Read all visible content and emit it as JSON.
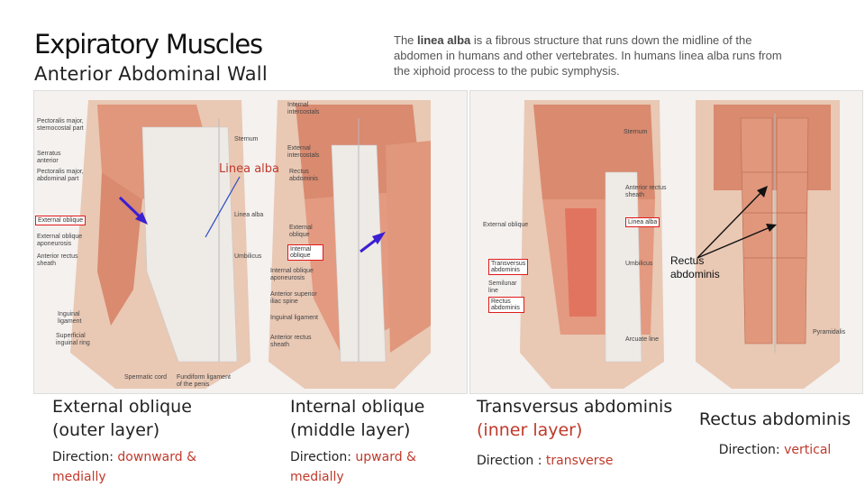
{
  "header": {
    "title": "Expiratory Muscles",
    "subtitle": "Anterior Abdominal Wall"
  },
  "description": {
    "pre": "The ",
    "term": "linea alba",
    "post": " is a fibrous structure that runs down the midline of the abdomen in humans and other vertebrates. In humans linea alba runs from the xiphoid process to the pubic symphysis."
  },
  "annotations": {
    "linea_alba": "Linea alba",
    "rectus_line1": "Rectus",
    "rectus_line2": "abdominis"
  },
  "figures": {
    "fig1": {
      "labels": [
        "Pectoralis major, sternocostal part",
        "Serratus anterior",
        "Pectoralis major, abdominal part",
        "External oblique",
        "External oblique aponeurosis",
        "Anterior rectus sheath",
        "Inguinal ligament",
        "Superficial inguinal ring",
        "Spermatic cord",
        "Fundiform ligament of the penis",
        "Internal intercostals",
        "Sternum",
        "External intercostals",
        "Rectus abdominis",
        "Linea alba",
        "Umbilicus",
        "External oblique",
        "Internal oblique",
        "Internal oblique aponeurosis",
        "Anterior superior iliac spine",
        "Inguinal ligament",
        "Anterior rectus sheath"
      ]
    },
    "fig2": {
      "labels": [
        "Sternum",
        "Anterior rectus sheath",
        "Linea alba",
        "External oblique",
        "Transversus abdominis",
        "Semilunar line",
        "Rectus abdominis",
        "Umbilicus",
        "Arcuate line",
        "Pyramidalis"
      ]
    }
  },
  "captions": [
    {
      "name": "External oblique",
      "layer": "(outer layer)",
      "dir_label": "Direction: ",
      "dir_value": "downward &",
      "dir_value2": "medially"
    },
    {
      "name": "Internal oblique",
      "layer": "(middle layer)",
      "dir_label": "Direction: ",
      "dir_value": "upward &",
      "dir_value2": "medially"
    },
    {
      "name": "Transversus abdominis",
      "layer": "(inner layer)",
      "dir_label": "Direction : ",
      "dir_value": "transverse"
    },
    {
      "name": "Rectus abdominis",
      "dir_label": "Direction: ",
      "dir_value": "vertical"
    }
  ],
  "colors": {
    "accent_red": "#c0392b",
    "muscle": "#e0977c",
    "aponeurosis": "#eeeae6",
    "arrow_blue": "#3b1fd1"
  }
}
